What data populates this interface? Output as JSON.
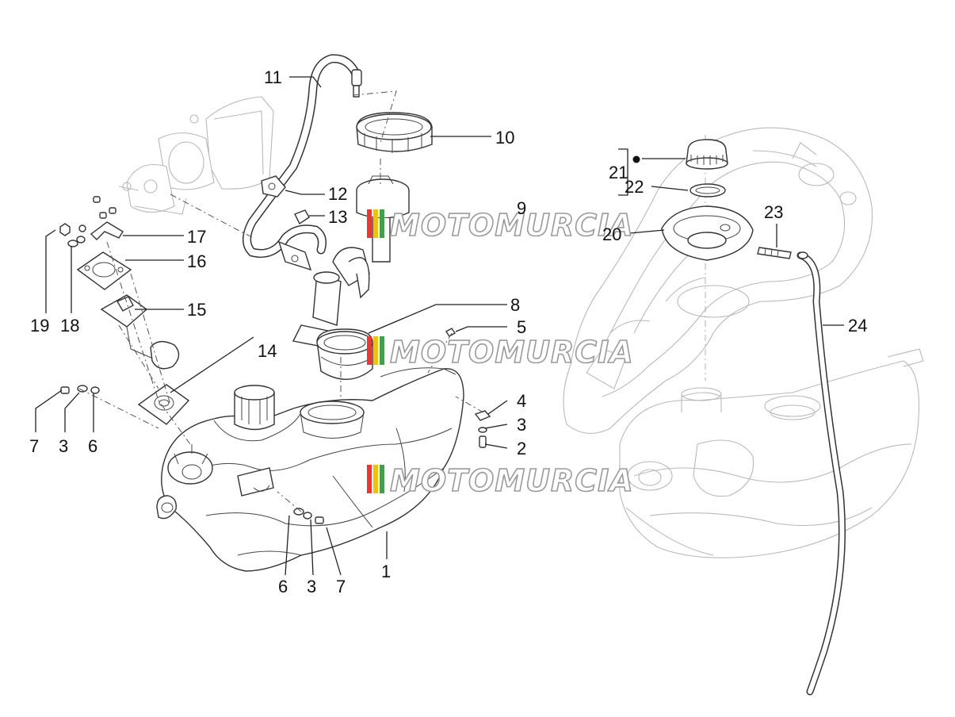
{
  "watermark": {
    "text": "MOTOMURCIA",
    "colors": [
      "#e53935",
      "#f2c100",
      "#43a047"
    ]
  },
  "labels": {
    "l1": "1",
    "l2": "2",
    "l3a": "3",
    "l3b": "3",
    "l3c": "3",
    "l4": "4",
    "l5": "5",
    "l6a": "6",
    "l6b": "6",
    "l7a": "7",
    "l7b": "7",
    "l8": "8",
    "l9": "9",
    "l10": "10",
    "l11": "11",
    "l12": "12",
    "l13": "13",
    "l14": "14",
    "l15": "15",
    "l16": "16",
    "l17": "17",
    "l18": "18",
    "l19": "19",
    "l20": "20",
    "l21": "21",
    "l22": "22",
    "l23": "23",
    "l24": "24"
  }
}
